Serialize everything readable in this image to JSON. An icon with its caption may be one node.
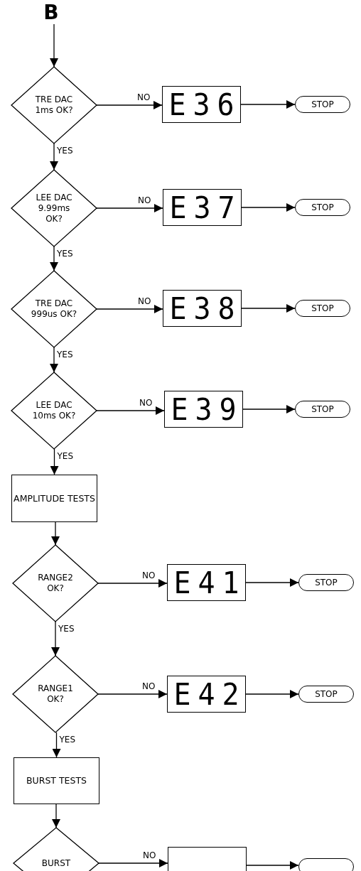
{
  "diagram": {
    "nodes": [
      {
        "text": [
          "B"
        ]
      },
      {
        "text": [
          "TRE DAC 1ms OK?"
        ]
      },
      {
        "text": [
          "E36"
        ]
      },
      {
        "text": [
          "STOP"
        ]
      },
      {
        "text": [
          "LEE DAC 9.99ms OK?"
        ]
      },
      {
        "text": [
          "E37"
        ]
      },
      {
        "text": [
          "STOP"
        ]
      },
      {
        "text": [
          "TRE DAC 999us OK?"
        ]
      },
      {
        "text": [
          "E38"
        ]
      },
      {
        "text": [
          "STOP"
        ]
      },
      {
        "text": [
          "LEE DAC 10ms OK?"
        ]
      },
      {
        "text": [
          "E39"
        ]
      },
      {
        "text": [
          "STOP"
        ]
      },
      {
        "text": [
          "AMPLITUDE TESTS"
        ]
      },
      {
        "text": [
          "RANGE2 OK?"
        ]
      },
      {
        "text": [
          "E41"
        ]
      },
      {
        "text": [
          "STOP"
        ]
      },
      {
        "text": [
          "RANGE1 OK?"
        ]
      },
      {
        "text": [
          "E42"
        ]
      },
      {
        "text": [
          "STOP"
        ]
      },
      {
        "text": [
          "BURST TESTS"
        ]
      },
      {
        "text": [
          "BURST"
        ]
      },
      {
        "text": [],
        "shape": "box"
      },
      {
        "text": [],
        "shape": "oval"
      }
    ],
    "edges": [
      {
        "from": 0,
        "to": 1,
        "arrow": "to"
      },
      {
        "from": 1,
        "to": 2,
        "arrow": "to",
        "label": "NO"
      },
      {
        "from": 2,
        "to": 3,
        "arrow": "to"
      },
      {
        "from": 1,
        "to": 4,
        "arrow": "to",
        "label": "YES"
      },
      {
        "from": 4,
        "to": 5,
        "arrow": "to",
        "label": "NO"
      },
      {
        "from": 5,
        "to": 6,
        "arrow": "to"
      },
      {
        "from": 4,
        "to": 7,
        "arrow": "to",
        "label": "YES"
      },
      {
        "from": 7,
        "to": 8,
        "arrow": "to",
        "label": "NO"
      },
      {
        "from": 8,
        "to": 9,
        "arrow": "to"
      },
      {
        "from": 7,
        "to": 10,
        "arrow": "to",
        "label": "YES"
      },
      {
        "from": 10,
        "to": 11,
        "arrow": "to",
        "label": "NO"
      },
      {
        "from": 11,
        "to": 12,
        "arrow": "to"
      },
      {
        "from": 10,
        "to": 13,
        "arrow": "to",
        "label": "YES"
      },
      {
        "from": 13,
        "to": 14,
        "arrow": "to"
      },
      {
        "from": 14,
        "to": 15,
        "arrow": "to",
        "label": "NO"
      },
      {
        "from": 15,
        "to": 16,
        "arrow": "to"
      },
      {
        "from": 14,
        "to": 17,
        "arrow": "to",
        "label": "YES"
      },
      {
        "from": 17,
        "to": 18,
        "arrow": "to",
        "label": "NO"
      },
      {
        "from": 18,
        "to": 19,
        "arrow": "to"
      },
      {
        "from": 17,
        "to": 20,
        "arrow": "to",
        "label": "YES"
      },
      {
        "from": 20,
        "to": 21,
        "arrow": "to"
      },
      {
        "from": 21,
        "to": 22,
        "arrow": "to",
        "label": "NO"
      },
      {
        "from": 22,
        "to": 23,
        "arrow": "to"
      }
    ]
  }
}
